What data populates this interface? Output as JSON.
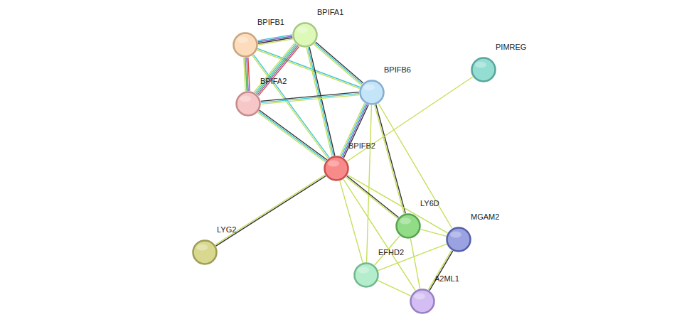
{
  "diagram": {
    "nodes": [
      {
        "text": [
          "BPIFA1"
        ]
      },
      {
        "text": [
          "BPIFB1"
        ]
      },
      {
        "text": [
          "PIMREG"
        ]
      },
      {
        "text": [
          "BPIFB6"
        ]
      },
      {
        "text": [
          "BPIFA2"
        ]
      },
      {
        "text": [
          "BPIFB2"
        ]
      },
      {
        "text": [
          "LY6D"
        ]
      },
      {
        "text": [
          "MGAM2"
        ]
      },
      {
        "text": [
          "LYG2"
        ]
      },
      {
        "text": [
          "EFHD2"
        ]
      },
      {
        "text": [
          "A2ML1"
        ]
      }
    ],
    "edges": [
      {
        "from": 1,
        "to": 0,
        "arrow": "none"
      },
      {
        "from": 1,
        "to": 4,
        "arrow": "none"
      },
      {
        "from": 1,
        "to": 3,
        "arrow": "none"
      },
      {
        "from": 1,
        "to": 5,
        "arrow": "none"
      },
      {
        "from": 0,
        "to": 4,
        "arrow": "none"
      },
      {
        "from": 0,
        "to": 3,
        "arrow": "none"
      },
      {
        "from": 0,
        "to": 5,
        "arrow": "none"
      },
      {
        "from": 4,
        "to": 3,
        "arrow": "none"
      },
      {
        "from": 4,
        "to": 5,
        "arrow": "none"
      },
      {
        "from": 3,
        "to": 5,
        "arrow": "none"
      },
      {
        "from": 3,
        "to": 6,
        "arrow": "none"
      },
      {
        "from": 3,
        "to": 9,
        "arrow": "none"
      },
      {
        "from": 3,
        "to": 7,
        "arrow": "none"
      },
      {
        "from": 2,
        "to": 5,
        "arrow": "none"
      },
      {
        "from": 5,
        "to": 8,
        "arrow": "none"
      },
      {
        "from": 5,
        "to": 6,
        "arrow": "none"
      },
      {
        "from": 5,
        "to": 7,
        "arrow": "none"
      },
      {
        "from": 5,
        "to": 9,
        "arrow": "none"
      },
      {
        "from": 5,
        "to": 10,
        "arrow": "none"
      },
      {
        "from": 6,
        "to": 7,
        "arrow": "none"
      },
      {
        "from": 6,
        "to": 9,
        "arrow": "none"
      },
      {
        "from": 6,
        "to": 10,
        "arrow": "none"
      },
      {
        "from": 7,
        "to": 9,
        "arrow": "none"
      },
      {
        "from": 7,
        "to": 10,
        "arrow": "none"
      },
      {
        "from": 9,
        "to": 10,
        "arrow": "none"
      }
    ]
  }
}
